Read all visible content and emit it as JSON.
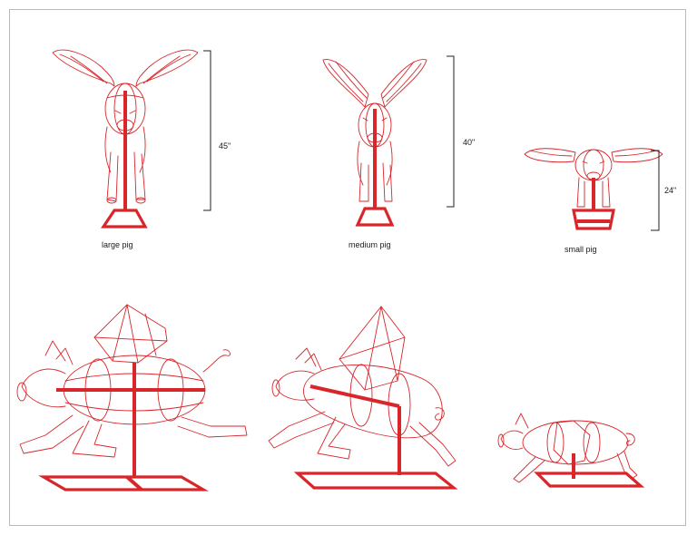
{
  "colors": {
    "wire": "#d8262b",
    "frame": "#b9b9b9",
    "dimension": "#222222"
  },
  "front_views": [
    {
      "label": "large pig",
      "height": "45\""
    },
    {
      "label": "medium pig",
      "height": "40\""
    },
    {
      "label": "small pig",
      "height": "24\""
    }
  ]
}
